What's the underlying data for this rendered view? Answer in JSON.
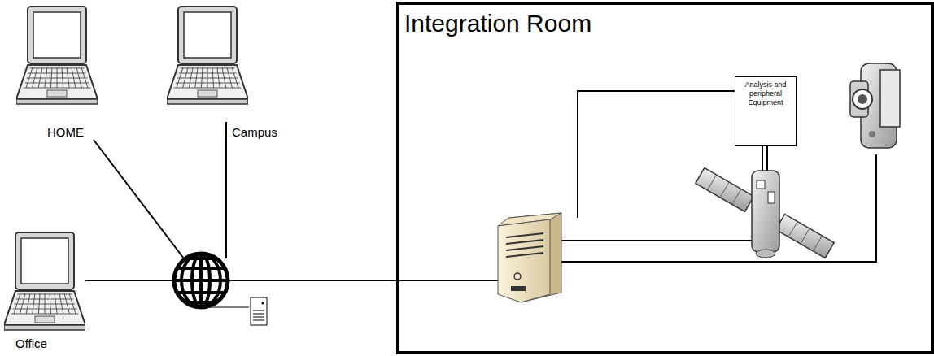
{
  "diagram": {
    "nodes": [
      {
        "text": [
          "HOME"
        ]
      },
      {
        "text": [
          "Campus"
        ]
      },
      {
        "text": [
          "Integration Room"
        ]
      },
      {
        "text": [
          "Analysis and peripheral Equipment"
        ],
        "in": 2
      },
      {
        "text": [
          "Office"
        ]
      }
    ]
  }
}
